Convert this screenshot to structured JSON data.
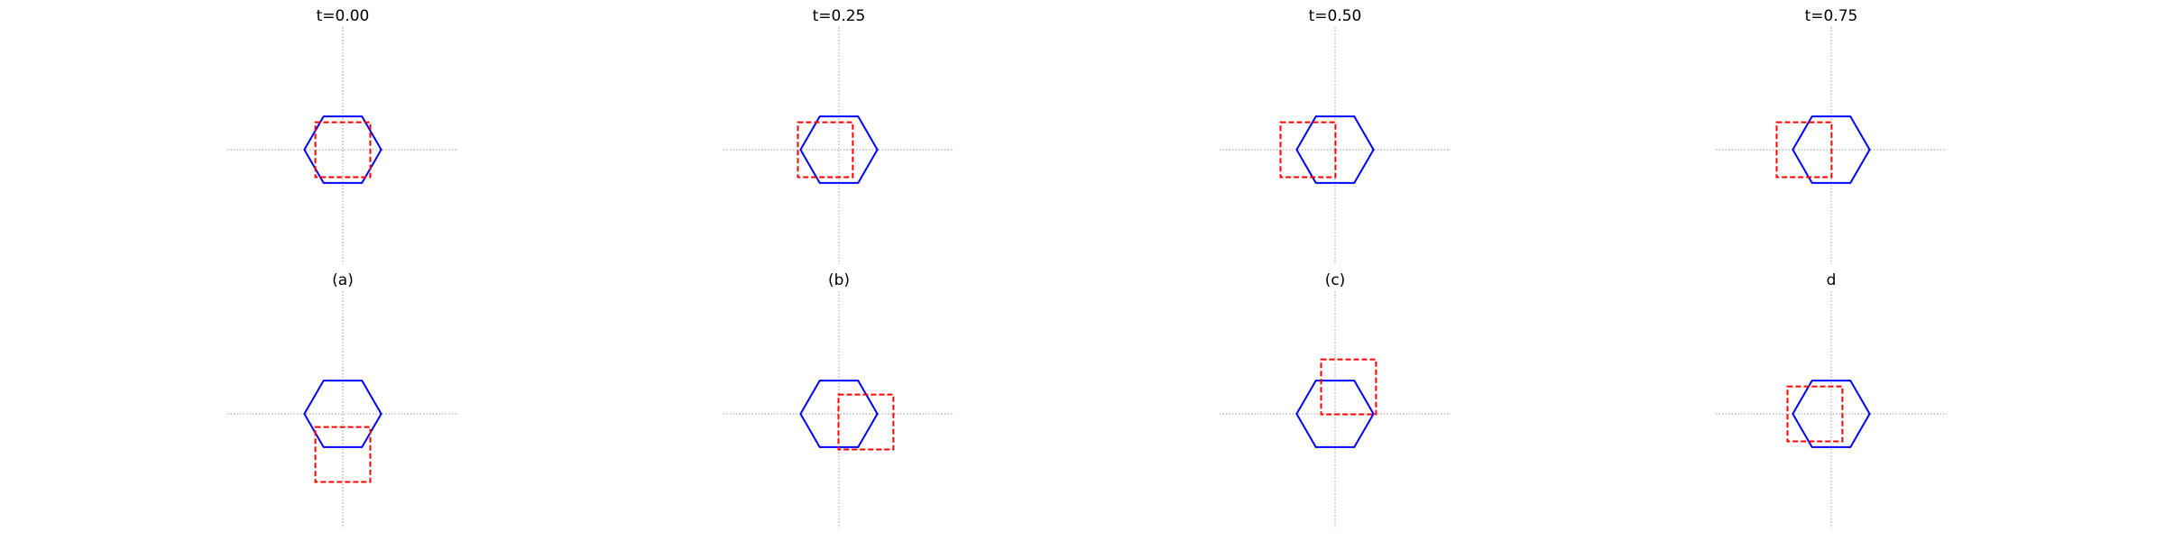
{
  "panels": [
    {
      "id": "p1",
      "title": "t=0.00",
      "hexagon": {
        "center": [
          0,
          0
        ]
      },
      "rectangle": {
        "center": [
          0,
          0
        ]
      }
    },
    {
      "id": "p2",
      "title": "t=0.25",
      "hexagon": {
        "center": [
          0,
          0
        ]
      },
      "rectangle": {
        "center": [
          -0.5,
          0
        ]
      }
    },
    {
      "id": "p3",
      "title": "t=0.50",
      "hexagon": {
        "center": [
          0,
          0
        ]
      },
      "rectangle": {
        "center": [
          -1,
          0
        ]
      }
    },
    {
      "id": "p4",
      "title": "t=0.75",
      "hexagon": {
        "center": [
          0,
          0
        ]
      },
      "rectangle": {
        "center": [
          -1,
          0
        ]
      }
    },
    {
      "id": "p5",
      "title": "(a)",
      "hexagon": {
        "center": [
          0,
          0
        ]
      },
      "rectangle": {
        "center": [
          0,
          -1.5
        ]
      }
    },
    {
      "id": "p6",
      "title": "(b)",
      "hexagon": {
        "center": [
          0,
          0
        ]
      },
      "rectangle": {
        "center": [
          1,
          -0.3
        ]
      }
    },
    {
      "id": "p7",
      "title": "(c)",
      "hexagon": {
        "center": [
          0,
          0
        ]
      },
      "rectangle": {
        "center": [
          0.5,
          1.0
        ]
      }
    },
    {
      "id": "p8",
      "title": "d",
      "hexagon": {
        "center": [
          0,
          0
        ]
      },
      "rectangle": {
        "center": [
          -0.6,
          0
        ]
      }
    }
  ],
  "style": {
    "hexagon_color": "#0000ff",
    "rectangle_color": "#ff0000",
    "axis_color": "#999999"
  }
}
